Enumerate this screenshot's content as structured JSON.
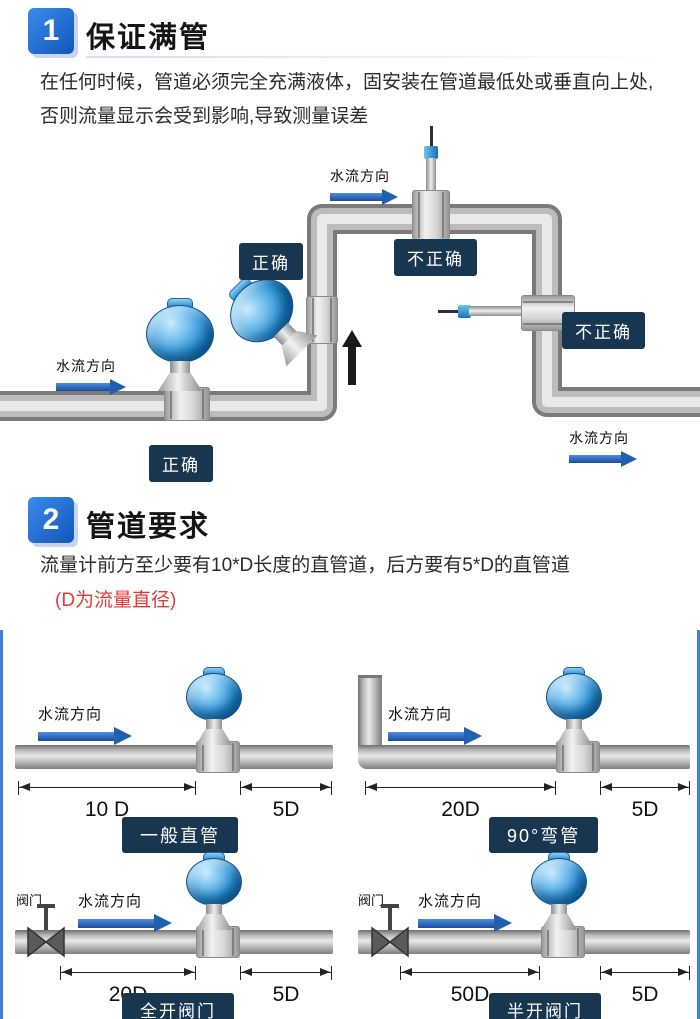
{
  "section1": {
    "badge": "1",
    "title": "保证满管",
    "body": "在任何时候，管道必须完全充满液体，固安装在管道最低处或垂直向上处,否则流量显示会受到影响,导致测量误差",
    "flow_top": "水流方向",
    "flow_left": "水流方向",
    "flow_bottom_right": "水流方向",
    "tag_correct_tilted": "正确",
    "tag_incorrect_top": "不正确",
    "tag_incorrect_right": "不正确",
    "tag_correct_bottom": "正确"
  },
  "section2": {
    "badge": "2",
    "title": "管道要求",
    "body": "流量计前方至少要有10*D长度的直管道，后方要有5*D的直管道",
    "note": "(D为流量直径)",
    "diagrams": [
      {
        "flow": "水流方向",
        "front": "10 D",
        "back": "5D",
        "name": "一般直管"
      },
      {
        "flow": "水流方向",
        "front": "20D",
        "back": "5D",
        "name": "90°弯管"
      },
      {
        "flow": "水流方向",
        "front": "20D",
        "back": "5D",
        "name": "全开阀门",
        "valve": "阀门"
      },
      {
        "flow": "水流方向",
        "front": "50D",
        "back": "5D",
        "name": "半开阀门",
        "valve": "阀门"
      }
    ]
  },
  "colors": {
    "accent_blue": "#2160ae",
    "tag_navy": "#183650",
    "note_red": "#e03a3a",
    "pipe_gray": "#b9b9b9",
    "meter_blue": "#2d92d4"
  }
}
